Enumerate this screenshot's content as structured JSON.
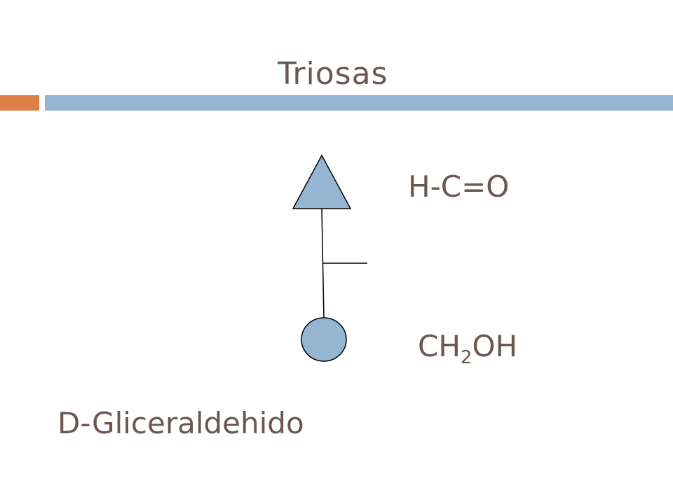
{
  "slide": {
    "title": "Triosas",
    "accent_colors": {
      "orange": "#dd8047",
      "blue": "#94b6d2",
      "text": "#6b5652"
    }
  },
  "diagram": {
    "top_group": "H-C=O",
    "bottom_group_prefix": "CH",
    "bottom_group_subscript": "2",
    "bottom_group_suffix": "OH",
    "compound_name": "D-Gliceraldehido",
    "symbols": {
      "aldehyde": "triangle-shape",
      "hydroxyl": "horizontal-line",
      "alcohol_terminal": "circle-shape"
    }
  }
}
